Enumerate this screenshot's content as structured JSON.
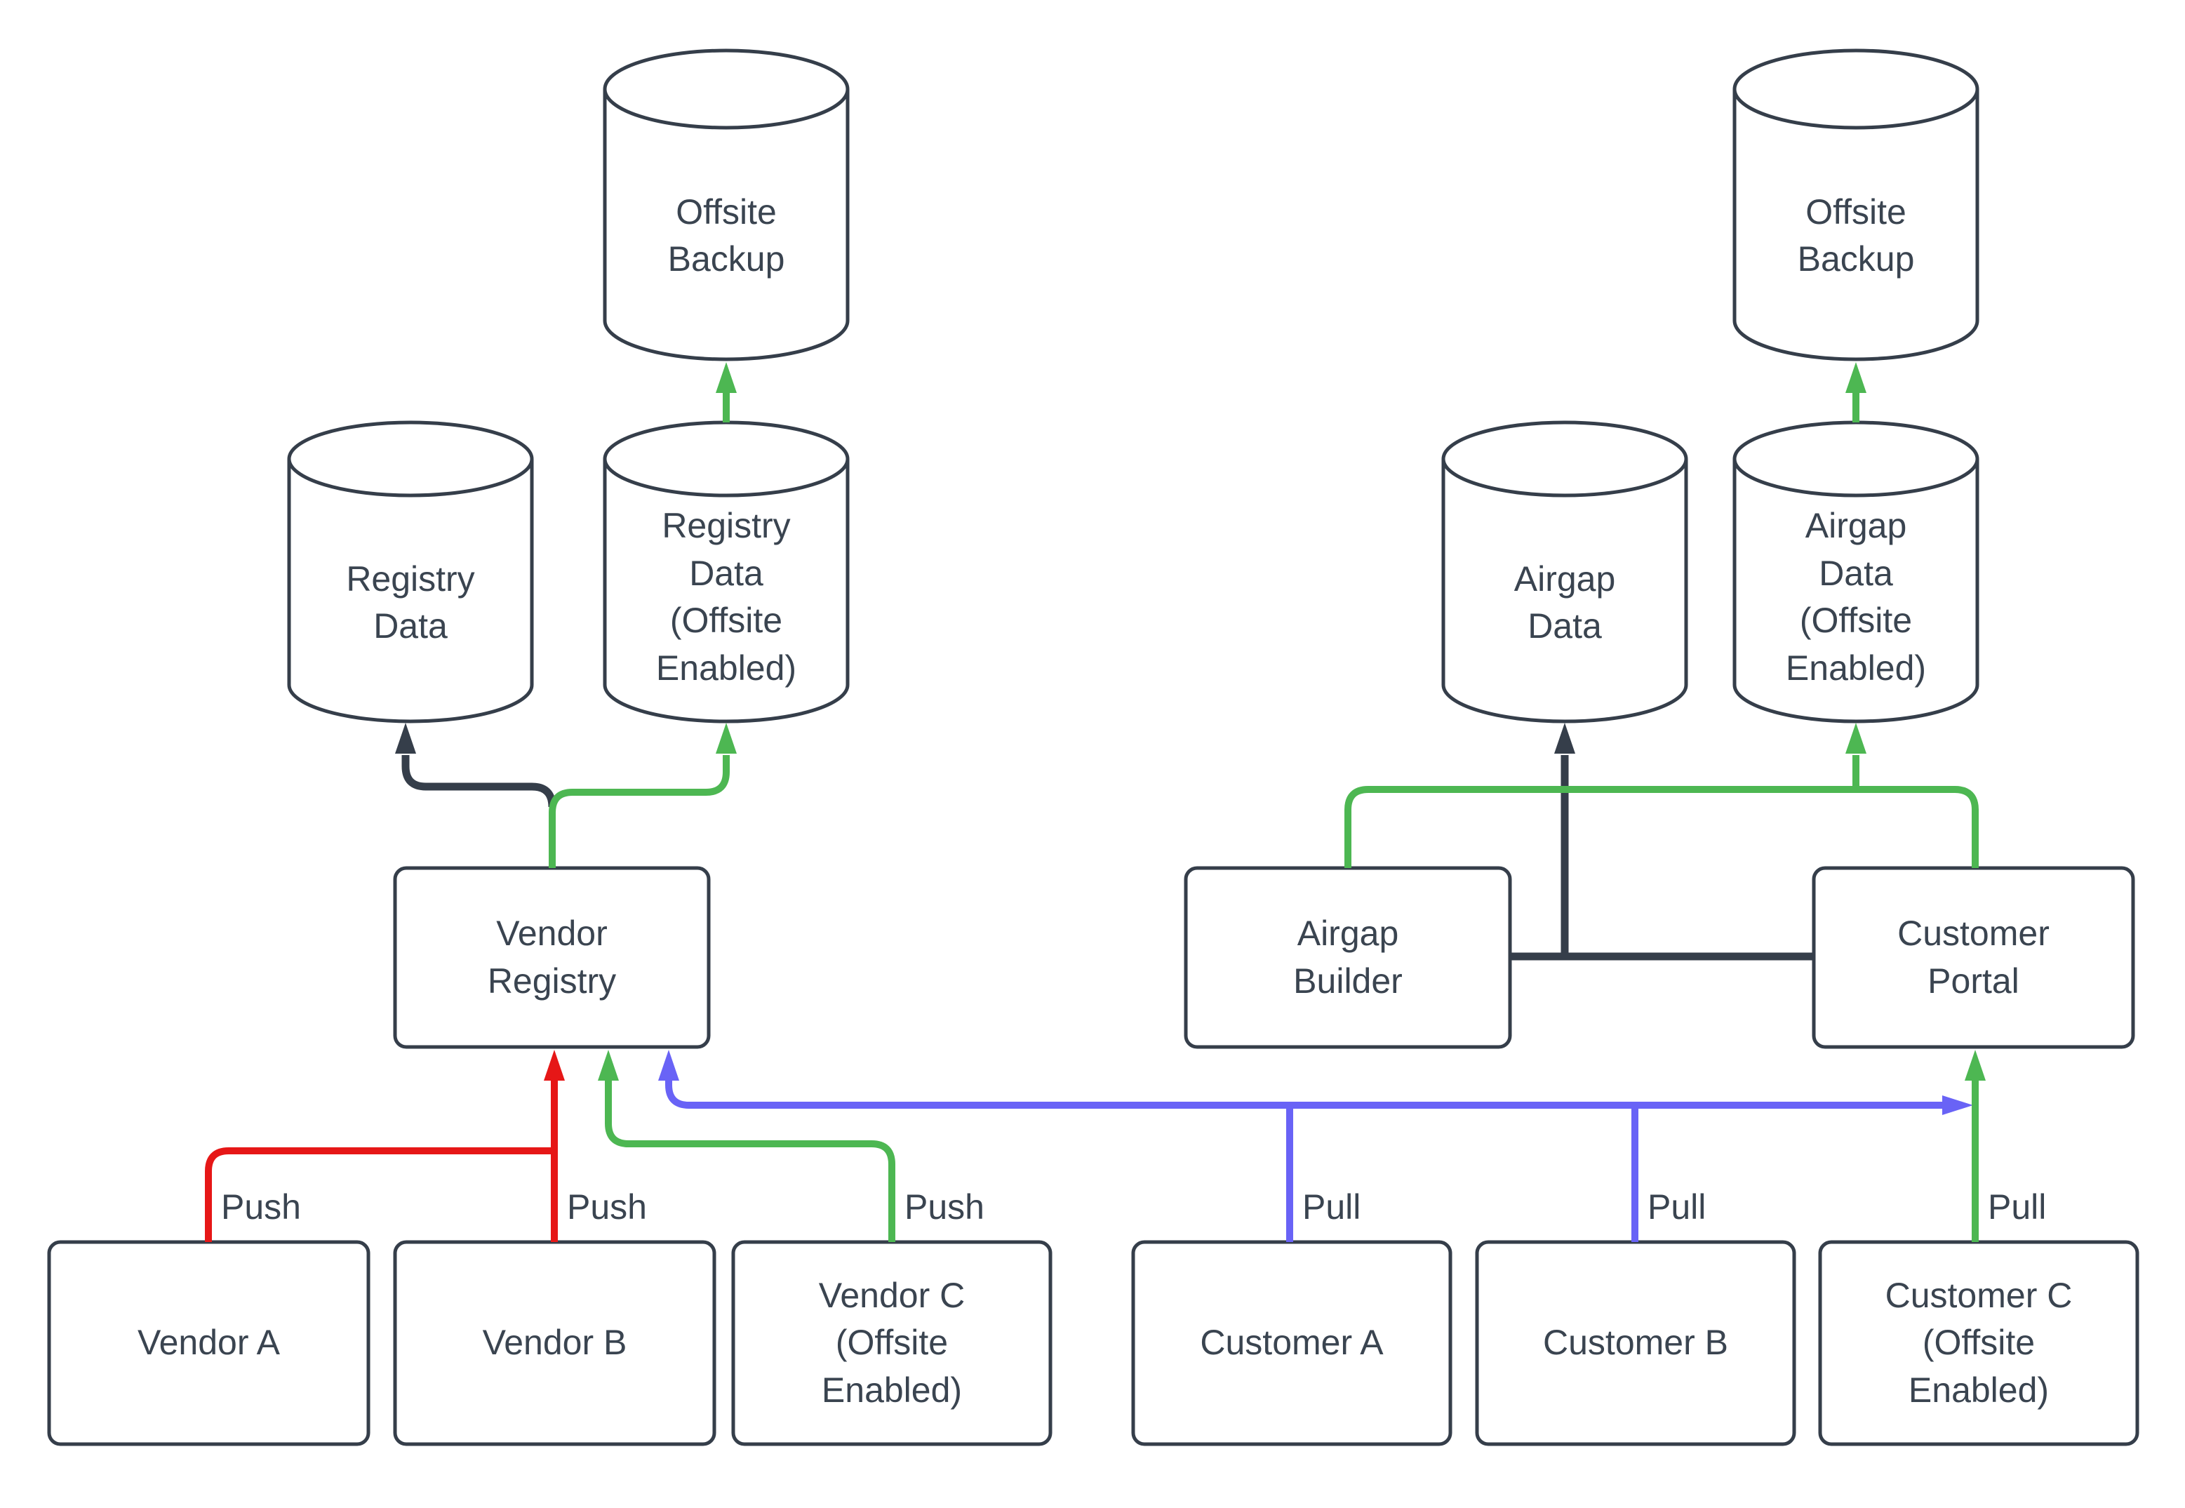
{
  "diagram": {
    "type": "flow-architecture-diagram",
    "background": "#ffffff",
    "colors": {
      "dark": "#353e4a",
      "text": "#3a4450",
      "green": "#4db752",
      "red": "#e61717",
      "blue": "#6963f6",
      "fill": "#ffffff"
    },
    "nodes": {
      "offsiteBackupLeft": {
        "shape": "cylinder",
        "label": "Offsite\nBackup"
      },
      "registryData": {
        "shape": "cylinder",
        "label": "Registry\nData"
      },
      "registryDataOffsite": {
        "shape": "cylinder",
        "label": "Registry\nData\n(Offsite\nEnabled)"
      },
      "vendorRegistry": {
        "shape": "box",
        "label": "Vendor\nRegistry"
      },
      "vendorA": {
        "shape": "box",
        "label": "Vendor A"
      },
      "vendorB": {
        "shape": "box",
        "label": "Vendor B"
      },
      "vendorC": {
        "shape": "box",
        "label": "Vendor C\n(Offsite\nEnabled)"
      },
      "offsiteBackupRight": {
        "shape": "cylinder",
        "label": "Offsite\nBackup"
      },
      "airgapData": {
        "shape": "cylinder",
        "label": "Airgap\nData"
      },
      "airgapDataOffsite": {
        "shape": "cylinder",
        "label": "Airgap\nData\n(Offsite\nEnabled)"
      },
      "airgapBuilder": {
        "shape": "box",
        "label": "Airgap\nBuilder"
      },
      "customerPortal": {
        "shape": "box",
        "label": "Customer\nPortal"
      },
      "customerA": {
        "shape": "box",
        "label": "Customer A"
      },
      "customerB": {
        "shape": "box",
        "label": "Customer B"
      },
      "customerC": {
        "shape": "box",
        "label": "Customer C\n(Offsite\nEnabled)"
      }
    },
    "edge_labels": {
      "vendor_a_push": "Push",
      "vendor_b_push": "Push",
      "vendor_c_push": "Push",
      "customer_a_pull": "Pull",
      "customer_b_pull": "Pull",
      "customer_c_pull": "Pull"
    },
    "edges": [
      {
        "from": "Vendor Registry",
        "to": "Registry Data",
        "color": "dark"
      },
      {
        "from": "Vendor Registry",
        "to": "Registry Data (Offsite Enabled)",
        "color": "green"
      },
      {
        "from": "Registry Data (Offsite Enabled)",
        "to": "Offsite Backup",
        "color": "green"
      },
      {
        "from": "Vendor A",
        "to": "Vendor Registry",
        "color": "red",
        "label": "Push"
      },
      {
        "from": "Vendor B",
        "to": "Vendor Registry",
        "color": "red",
        "label": "Push"
      },
      {
        "from": "Vendor C (Offsite Enabled)",
        "to": "Vendor Registry",
        "color": "green",
        "label": "Push"
      },
      {
        "from": "Customer A",
        "to": "Vendor Registry",
        "color": "blue",
        "label": "Pull"
      },
      {
        "from": "Customer B",
        "to": "Vendor Registry",
        "color": "blue",
        "label": "Pull"
      },
      {
        "from": "Customer C (Offsite Enabled)",
        "to": "Customer Portal",
        "color": "green",
        "label": "Pull"
      },
      {
        "from": "Airgap Builder",
        "to": "Airgap Data",
        "color": "dark"
      },
      {
        "from": "Airgap Builder",
        "to": "Customer Portal",
        "color": "dark"
      },
      {
        "from": "Airgap Builder",
        "to": "Airgap Data (Offsite Enabled)",
        "color": "green"
      },
      {
        "from": "Customer Portal",
        "to": "Airgap Data (Offsite Enabled)",
        "color": "green"
      },
      {
        "from": "Airgap Data (Offsite Enabled)",
        "to": "Offsite Backup",
        "color": "green"
      }
    ]
  }
}
